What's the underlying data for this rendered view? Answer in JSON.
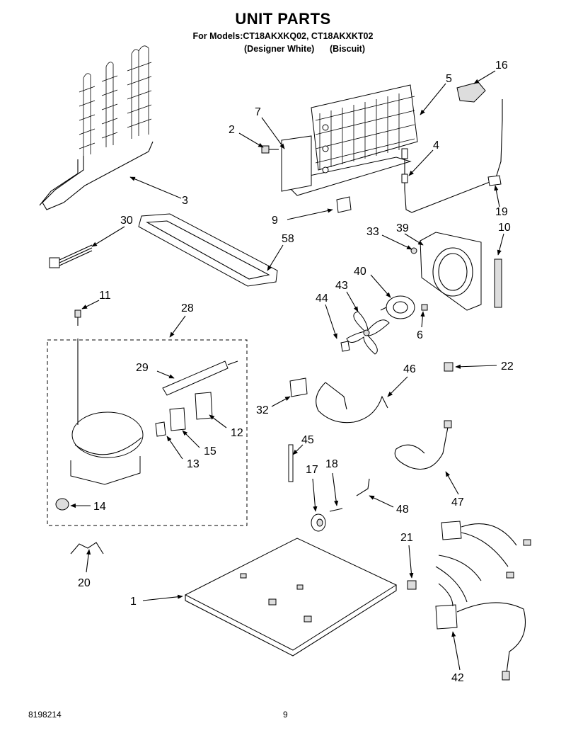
{
  "header": {
    "title": "UNIT PARTS",
    "models": "For Models:CT18AKXKQ02, CT18AKXKT02",
    "color_1": "(Designer White)",
    "color_2": "(Biscuit)"
  },
  "footer": {
    "doc_number": "8198214",
    "page_number": "9"
  },
  "callouts": {
    "c1": "1",
    "c2": "2",
    "c3": "3",
    "c4": "4",
    "c5": "5",
    "c6": "6",
    "c7": "7",
    "c9": "9",
    "c10": "10",
    "c11": "11",
    "c12": "12",
    "c13": "13",
    "c14": "14",
    "c15": "15",
    "c16": "16",
    "c17": "17",
    "c18": "18",
    "c19": "19",
    "c20": "20",
    "c21": "21",
    "c22": "22",
    "c28": "28",
    "c29": "29",
    "c30": "30",
    "c32": "32",
    "c33": "33",
    "c39": "39",
    "c40": "40",
    "c42": "42",
    "c43": "43",
    "c44": "44",
    "c45": "45",
    "c46": "46",
    "c47": "47",
    "c48": "48",
    "c58": "58"
  }
}
